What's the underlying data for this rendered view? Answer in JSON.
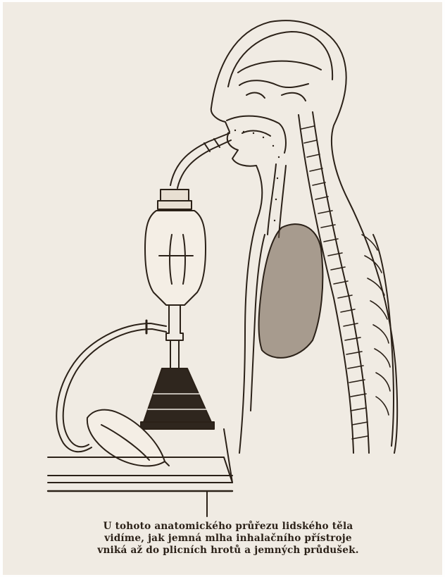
{
  "caption": {
    "line1": "U tohoto anatomického průřezu lidského těla",
    "line2": "vidíme, jak jemná mlha inhalačního přístroje",
    "line3": "vniká až do plicních hrotů a jemných průdušek."
  },
  "colors": {
    "paper": "#f0ebe3",
    "ink": "#2b2118"
  },
  "icons": [
    "anatomical-cross-section",
    "inhaler-apparatus",
    "rubber-bulb",
    "table"
  ]
}
